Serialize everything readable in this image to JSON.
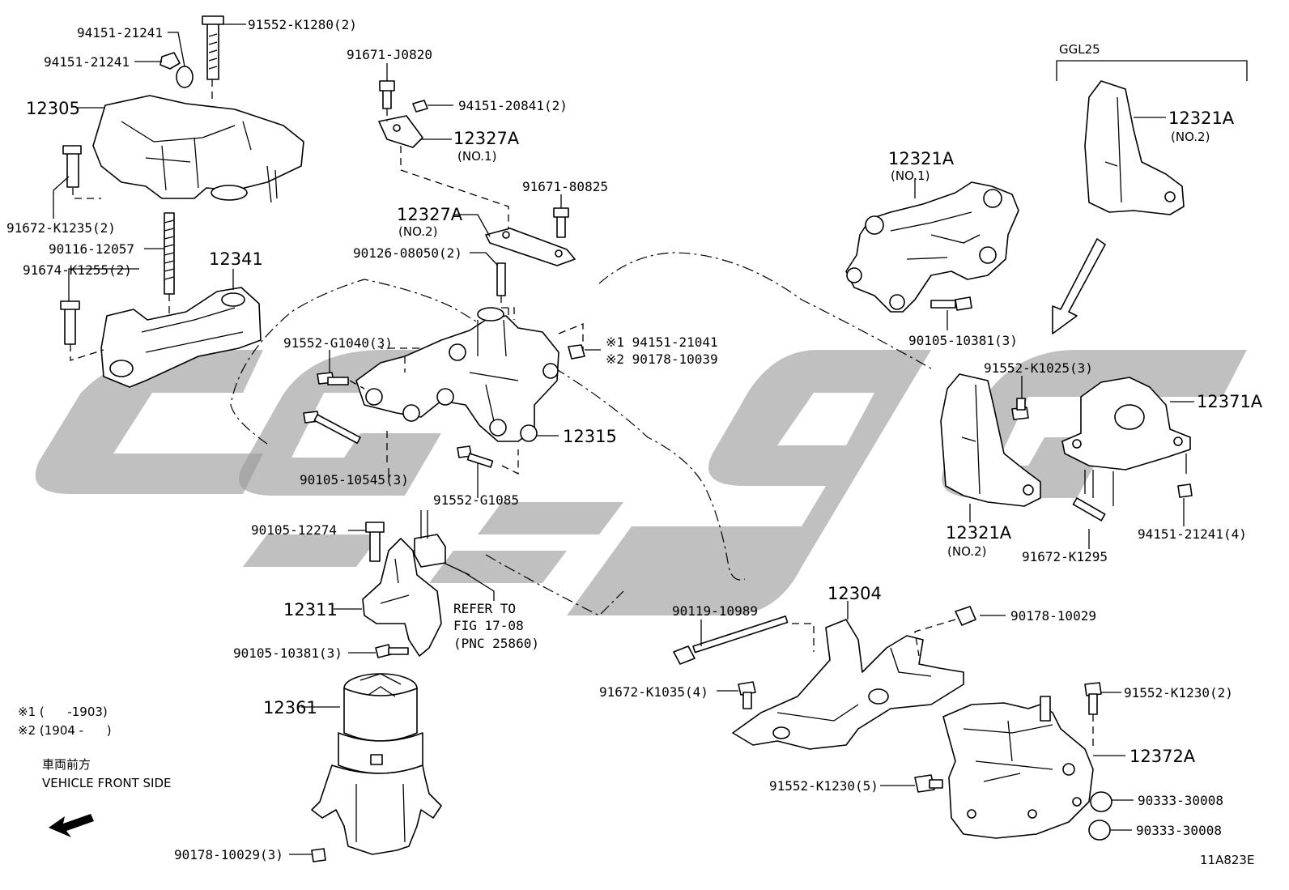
{
  "diagram": {
    "figure_code": "11A823E",
    "variant_label": "GGL25",
    "watermark": "CGG",
    "notes": {
      "note1": "※1 (      -1903)",
      "note2": "※2 (1904 -      )",
      "front_jp": "車両前方",
      "front_en": "VEHICLE FRONT SIDE"
    },
    "refer": {
      "line1": "REFER TO",
      "line2": "FIG 17-08",
      "line3": "(PNC 25860)"
    },
    "callouts": {
      "p94151_21241_a": "94151-21241",
      "p94151_21241_b": "94151-21241",
      "p91552_K1280": "91552-K1280(2)",
      "p12305": "12305",
      "p91672_K1235": "91672-K1235(2)",
      "p90116_12057": "90116-12057",
      "p91674_K1255": "91674-K1255(2)",
      "p12341": "12341",
      "p91671_J0820": "91671-J0820",
      "p94151_20841": "94151-20841(2)",
      "p12327A_1": "12327A",
      "p12327A_1_sub": "(NO.1)",
      "p91671_80825": "91671-80825",
      "p12327A_2": "12327A",
      "p12327A_2_sub": "(NO.2)",
      "p90126_08050": "90126-08050(2)",
      "p91552_G1040": "91552-G1040(3)",
      "p94151_21041": "※1 94151-21041",
      "p90178_10039": "※2 90178-10039",
      "p12315": "12315",
      "p90105_10545": "90105-10545(3)",
      "p91552_G1085": "91552-G1085",
      "p90105_12274": "90105-12274",
      "p12311": "12311",
      "p90105_10381_left": "90105-10381(3)",
      "p12361": "12361",
      "p90178_10029_bottom": "90178-10029(3)",
      "p12321A_no1": "12321A",
      "p12321A_no1_sub": "(NO.1)",
      "p12321A_no2_top": "12321A",
      "p12321A_no2_top_sub": "(NO.2)",
      "p90105_10381_right": "90105-10381(3)",
      "p91552_K1025": "91552-K1025(3)",
      "p12371A": "12371A",
      "p12321A_no2": "12321A",
      "p12321A_no2_sub": "(NO.2)",
      "p91672_K1295": "91672-K1295",
      "p94151_21241_4": "94151-21241(4)",
      "p12304": "12304",
      "p90119_10989": "90119-10989",
      "p90178_10029": "90178-10029",
      "p91672_K1035": "91672-K1035(4)",
      "p91552_K1230_2": "91552-K1230(2)",
      "p12372A": "12372A",
      "p91552_K1230_5": "91552-K1230(5)",
      "p90333_30008_a": "90333-30008",
      "p90333_30008_b": "90333-30008"
    }
  }
}
